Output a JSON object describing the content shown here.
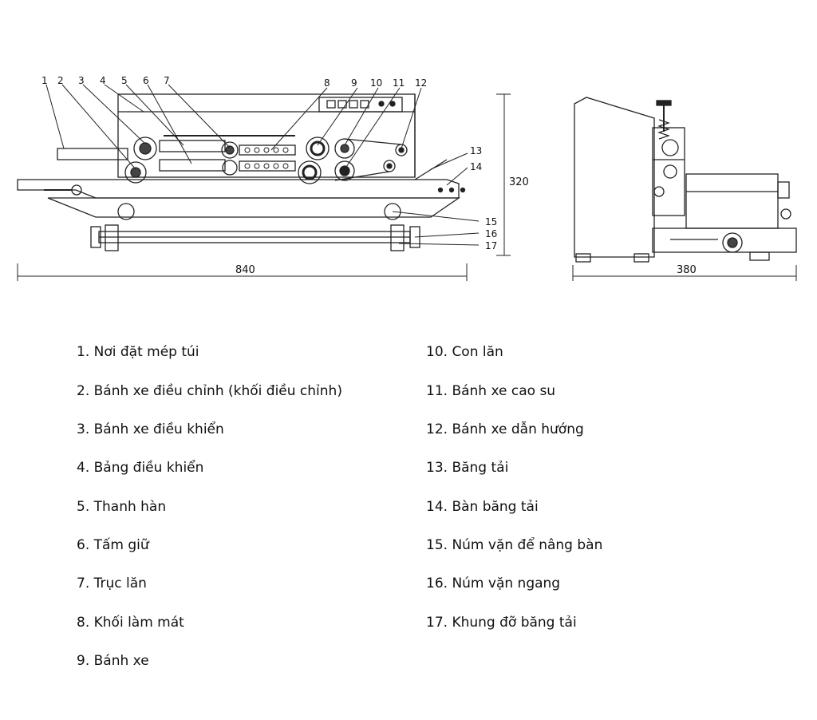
{
  "diagram": {
    "callout_numbers": [
      "1",
      "2",
      "3",
      "4",
      "5",
      "6",
      "7",
      "8",
      "9",
      "10",
      "11",
      "12",
      "13",
      "14",
      "15",
      "16",
      "17"
    ],
    "dimensions": {
      "length": "840",
      "height": "320",
      "width": "380"
    }
  },
  "legend": {
    "left": [
      "1. Nơi đặt mép túi",
      "2. Bánh xe điều chỉnh (khối điều chỉnh)",
      "3. Bánh xe điều khiển",
      "4. Bảng điều khiển",
      "5. Thanh hàn",
      "6. Tấm giữ",
      "7. Trục lăn",
      "8. Khối làm mát",
      "9. Bánh xe"
    ],
    "right": [
      "10. Con lăn",
      "11. Bánh xe cao su",
      "12. Bánh xe dẫn hướng",
      "13. Băng tải",
      "14. Bàn băng tải",
      "15. Núm vặn để nâng bàn",
      "16. Núm vặn ngang",
      "17. Khung đỡ băng tải"
    ]
  }
}
